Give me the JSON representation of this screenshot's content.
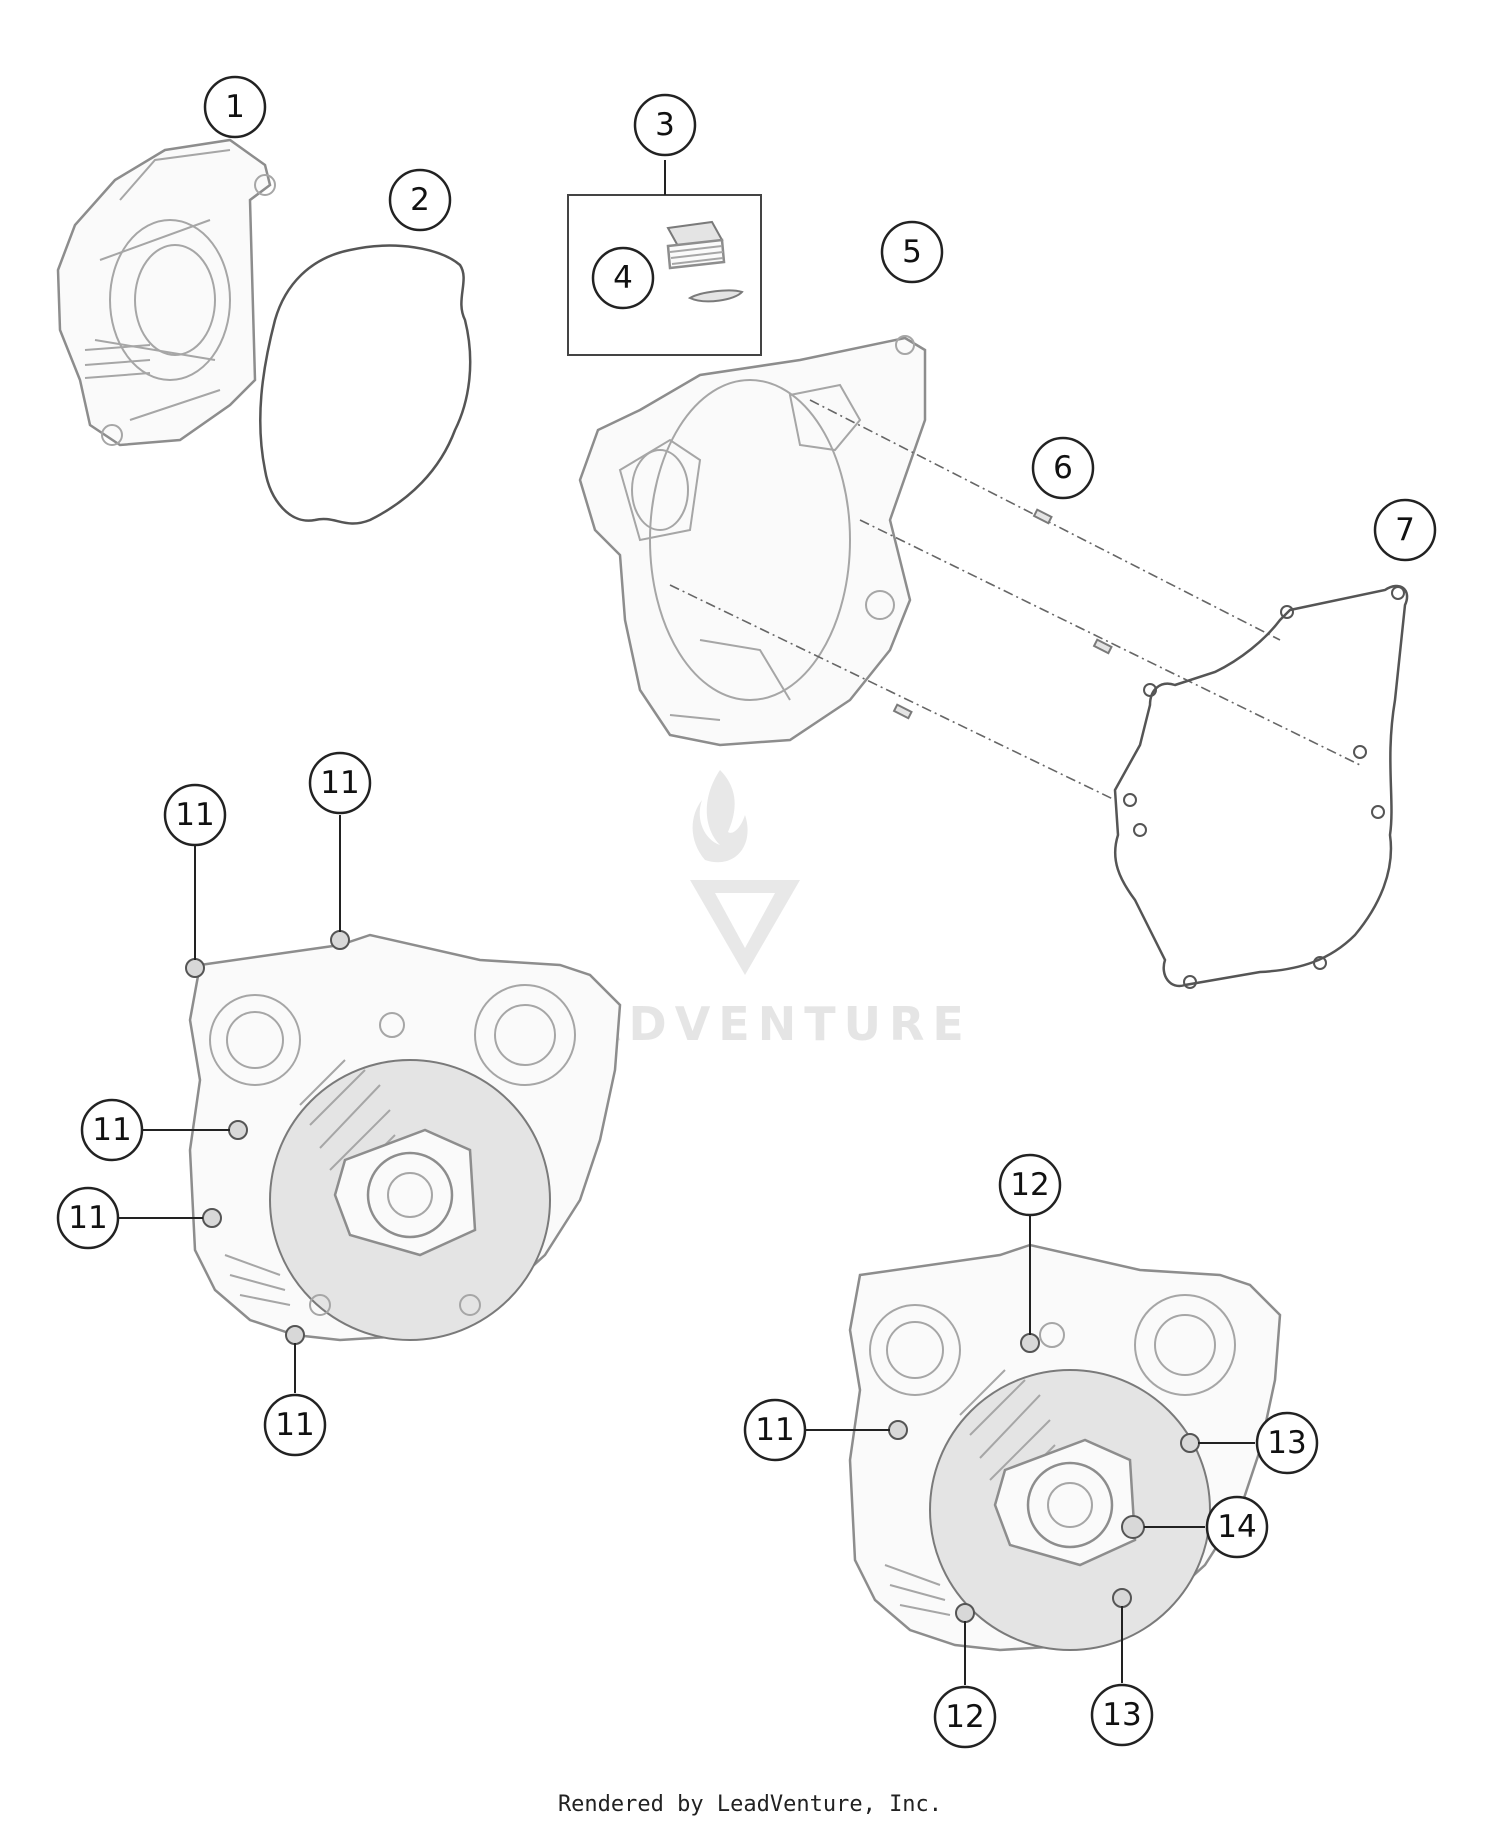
{
  "callouts": [
    {
      "label": "1"
    },
    {
      "label": "2"
    },
    {
      "label": "3"
    },
    {
      "label": "4"
    },
    {
      "label": "5"
    },
    {
      "label": "6"
    },
    {
      "label": "7"
    },
    {
      "label": "11"
    },
    {
      "label": "11"
    },
    {
      "label": "11"
    },
    {
      "label": "11"
    },
    {
      "label": "11"
    },
    {
      "label": "12"
    },
    {
      "label": "11"
    },
    {
      "label": "13"
    },
    {
      "label": "14"
    },
    {
      "label": "12"
    },
    {
      "label": "13"
    }
  ],
  "watermark": {
    "brand": "LEADVENTURE"
  },
  "footer": {
    "text": "Rendered by LeadVenture, Inc."
  }
}
